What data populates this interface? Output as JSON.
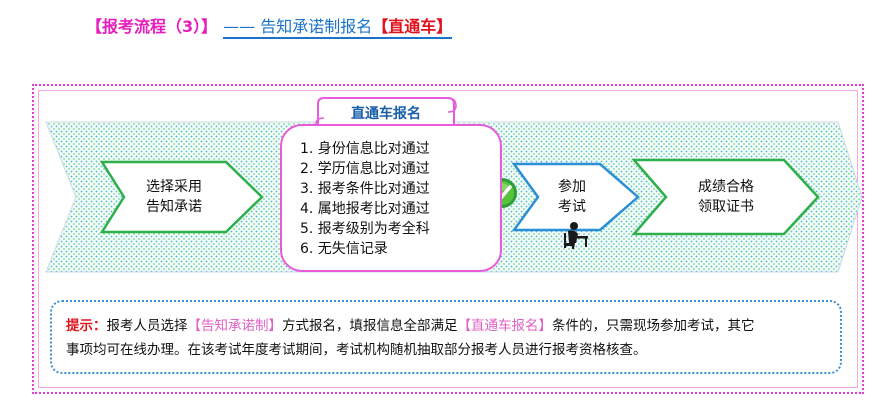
{
  "header": {
    "tag": "【报考流程（3）】",
    "link_prefix": "—— 告知承诺制报名",
    "link_highlight": "【直通车】"
  },
  "banner_title": "直通车报名",
  "steps": {
    "step1": [
      "选择采用",
      "告知承诺"
    ],
    "checklist": [
      "1. 身份信息比对通过",
      "2. 学历信息比对通过",
      "3. 报考条件比对通过",
      "4. 属地报考比对通过",
      "5. 报考级别为考全科",
      "6. 无失信记录"
    ],
    "step3": [
      "参加",
      "考试"
    ],
    "step4": [
      "成绩合格",
      "领取证书"
    ]
  },
  "tip": {
    "head": "提示：",
    "t1": "报考人员选择",
    "h1": "【告知承诺制】",
    "t2": "方式报名，填报信息全部满足",
    "h2": "【直通车报名】",
    "t3": "条件的，只需现场参加考试，其它",
    "line2": "事项均可在线办理。在该考试年度考试期间，考试机构随机抽取部分报考人员进行报考资格核查。"
  },
  "colors": {
    "accent_pink": "#e61ebe",
    "link_blue": "#1a73c9",
    "highlight_red": "#e0141e",
    "green": "#2db04b",
    "blue": "#2a8fd6"
  },
  "icons": [
    "check-icon",
    "person-writing-icon"
  ]
}
